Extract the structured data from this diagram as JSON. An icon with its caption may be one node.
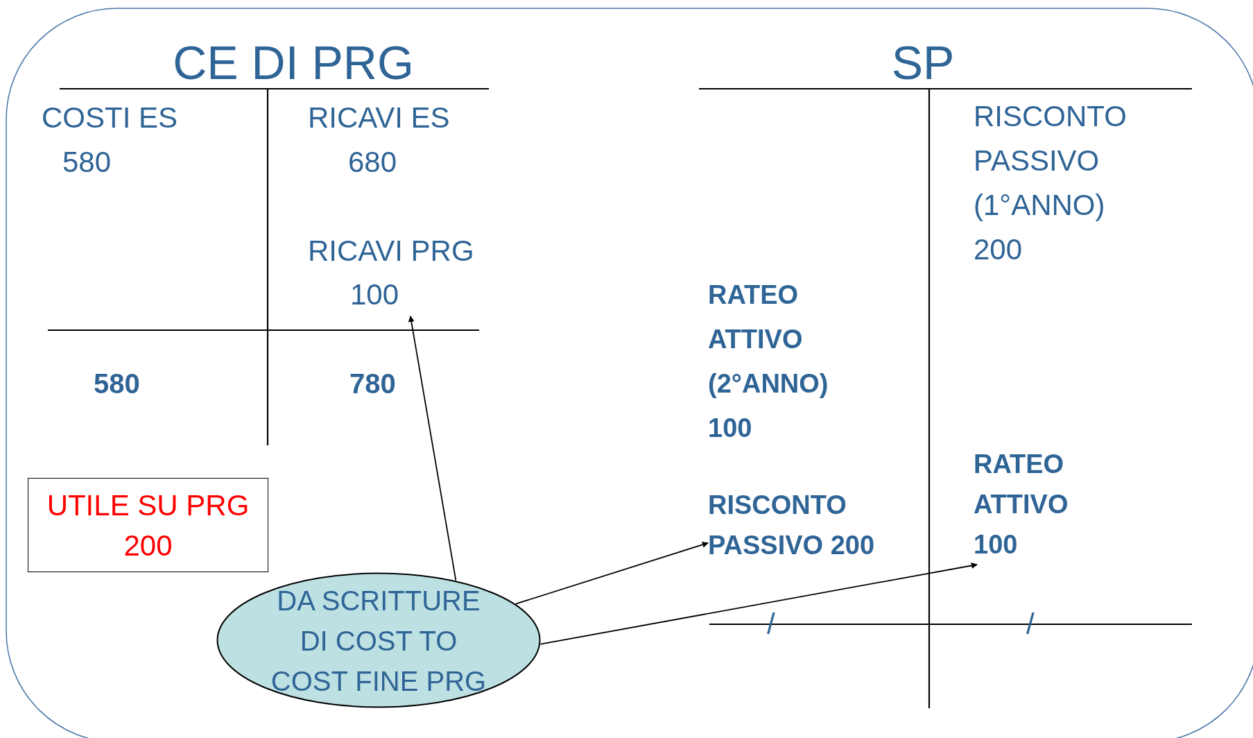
{
  "diagram": {
    "nodes": [
      {
        "text": [
          "RICAVI PRG",
          "100"
        ]
      },
      {
        "text": [
          "RISCONTO PASSIVO 200"
        ]
      },
      {
        "text": [
          "RATEO ATTIVO 100"
        ]
      },
      {
        "text": [
          "UTILE SU PRG 200"
        ]
      },
      {
        "text": [
          "DA SCRITTURE DI COST TO COST FINE PRG"
        ]
      }
    ],
    "edges": [
      {
        "from": 4,
        "to": 0,
        "arrow": "to"
      },
      {
        "from": 4,
        "to": 1,
        "arrow": "to"
      },
      {
        "from": 4,
        "to": 2,
        "arrow": "to"
      }
    ],
    "labels": [
      "CE DI PRG",
      "SP",
      "COSTI ES",
      "580",
      "RICAVI ES",
      "680",
      "580",
      "780",
      "RISCONTO PASSIVO (1°ANNO) 200",
      "RATEO ATTIVO (2°ANNO) 100",
      "/",
      "/"
    ]
  }
}
